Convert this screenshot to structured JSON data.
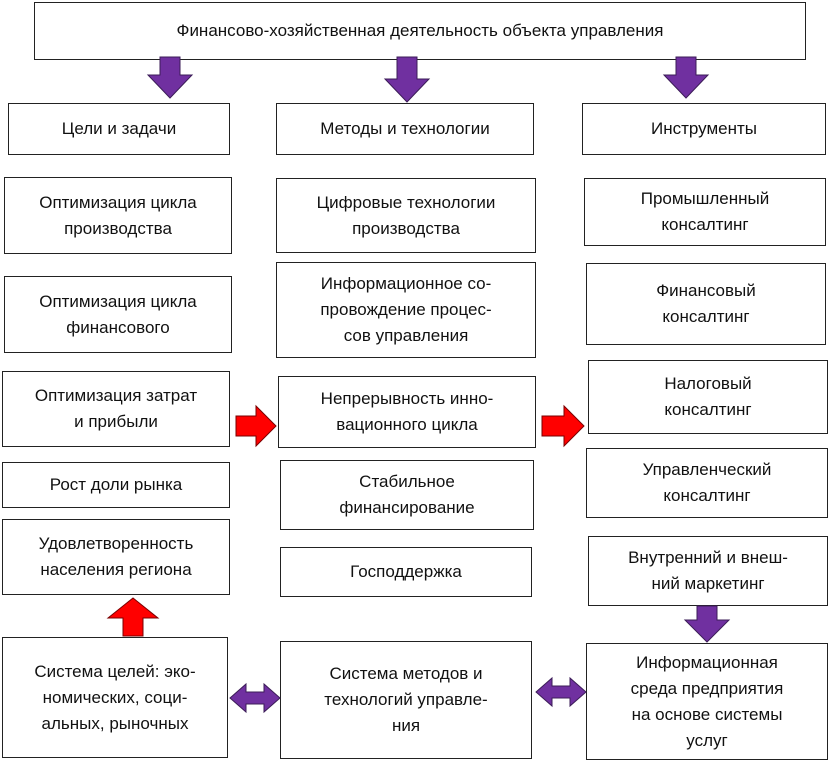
{
  "title": "Финансово-хозяйственная деятельность объекта управления",
  "columns": {
    "goals": "Цели и задачи",
    "methods": "Методы и технологии",
    "tools": "Инструменты"
  },
  "goals_items": [
    "Оптимизация цикла\nпроизводства",
    "Оптимизация цикла\nфинансового",
    "Оптимизация затрат\nи прибыли",
    "Рост доли рынка",
    "Удовлетворенность\nнаселения региона"
  ],
  "methods_items": [
    "Цифровые технологии\nпроизводства",
    "Информационное со-\nпровождение процес-\nсов управления",
    "Непрерывность инно-\nвационного цикла",
    "Стабильное\nфинансирование",
    "Господдержка"
  ],
  "tools_items": [
    "Промышленный\nконсалтинг",
    "Финансовый\nконсалтинг",
    "Налоговый\nконсалтинг",
    "Управленческий\nконсалтинг",
    "Внутренний и внеш-\nний маркетинг"
  ],
  "bottom": {
    "goals_system": "Система целей: эко-\nномических, соци-\nальных, рыночных",
    "methods_system": "Система методов и\nтехнологий управле-\nния",
    "info_env": "Информационная\nсреда предприятия\nна основе системы\nуслуг"
  },
  "colors": {
    "purple_arrow": "#7030a0",
    "red_arrow": "#ff0000",
    "border": "#222222"
  }
}
